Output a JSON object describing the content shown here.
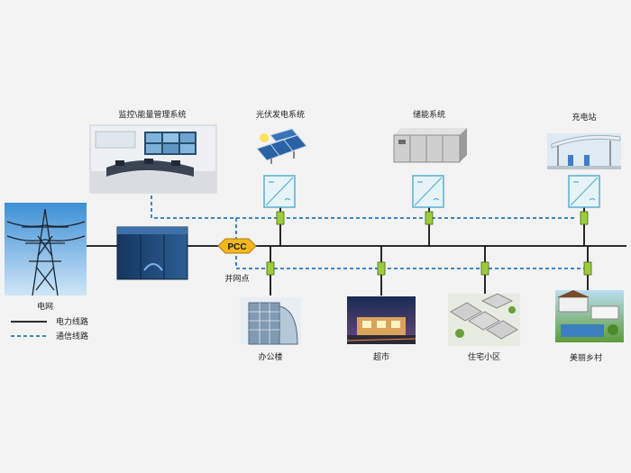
{
  "labels": {
    "monitoring": "监控\\能量管理系统",
    "pv": "光伏发电系统",
    "storage": "储能系统",
    "charging": "充电站",
    "grid": "电网",
    "pcc": "PCC",
    "pcc_point": "并网点",
    "office": "办公楼",
    "supermarket": "超市",
    "residential": "住宅小区",
    "village": "美丽乡村"
  },
  "legend": {
    "power_line": "电力线路",
    "comm_line": "通信线路"
  },
  "colors": {
    "background": "#f3f3f3",
    "power_line": "#111111",
    "comm_line": "#3b87c8",
    "switch_fill": "#9ccc3c",
    "converter_fill": "#e6f4f8",
    "converter_stroke": "#5aaed0",
    "pcc_fill": "#f2b71f",
    "pcc_stroke": "#b07a10"
  }
}
